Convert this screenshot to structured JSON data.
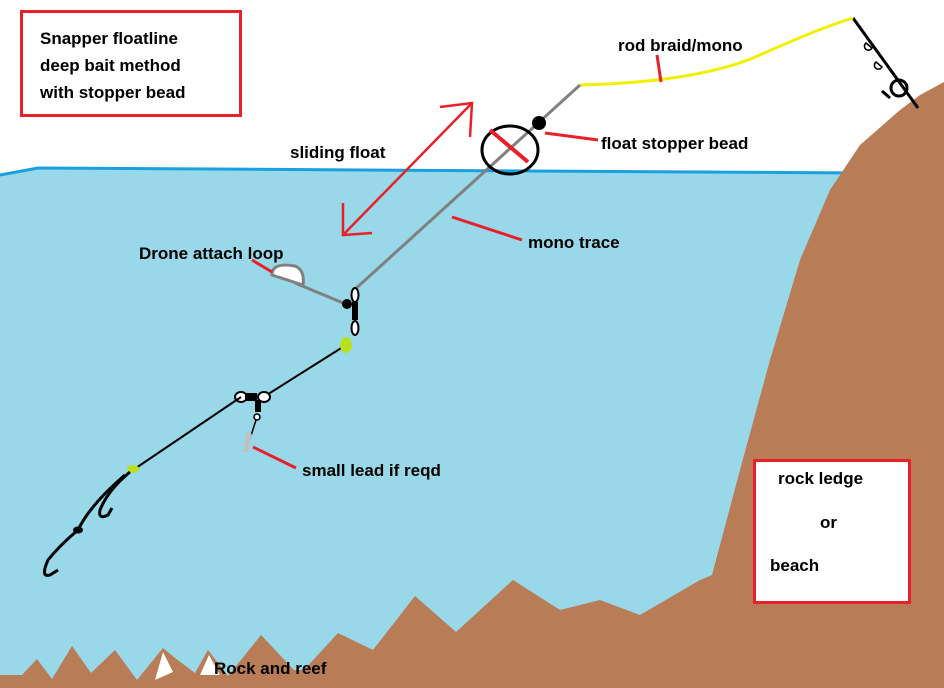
{
  "title": {
    "lines": [
      "Snapper floatline",
      "deep bait method",
      "with stopper bead"
    ]
  },
  "labels": {
    "rod_line": "rod braid/mono",
    "float_stopper": "float stopper bead",
    "sliding_float": "sliding float",
    "mono_trace": "mono trace",
    "drone_loop": "Drone attach loop",
    "small_lead": "small lead if reqd",
    "reef": "Rock and reef"
  },
  "shore_box": {
    "line1": "rock ledge",
    "line2": "or",
    "line3": "beach"
  },
  "colors": {
    "water": "#98d8e8",
    "waterline": "#1aa0e0",
    "land": "#b87c56",
    "annotation": "#e8202a",
    "rod_line": "#f0f000",
    "mono": "#808080",
    "bead_green": "#b8e020"
  }
}
